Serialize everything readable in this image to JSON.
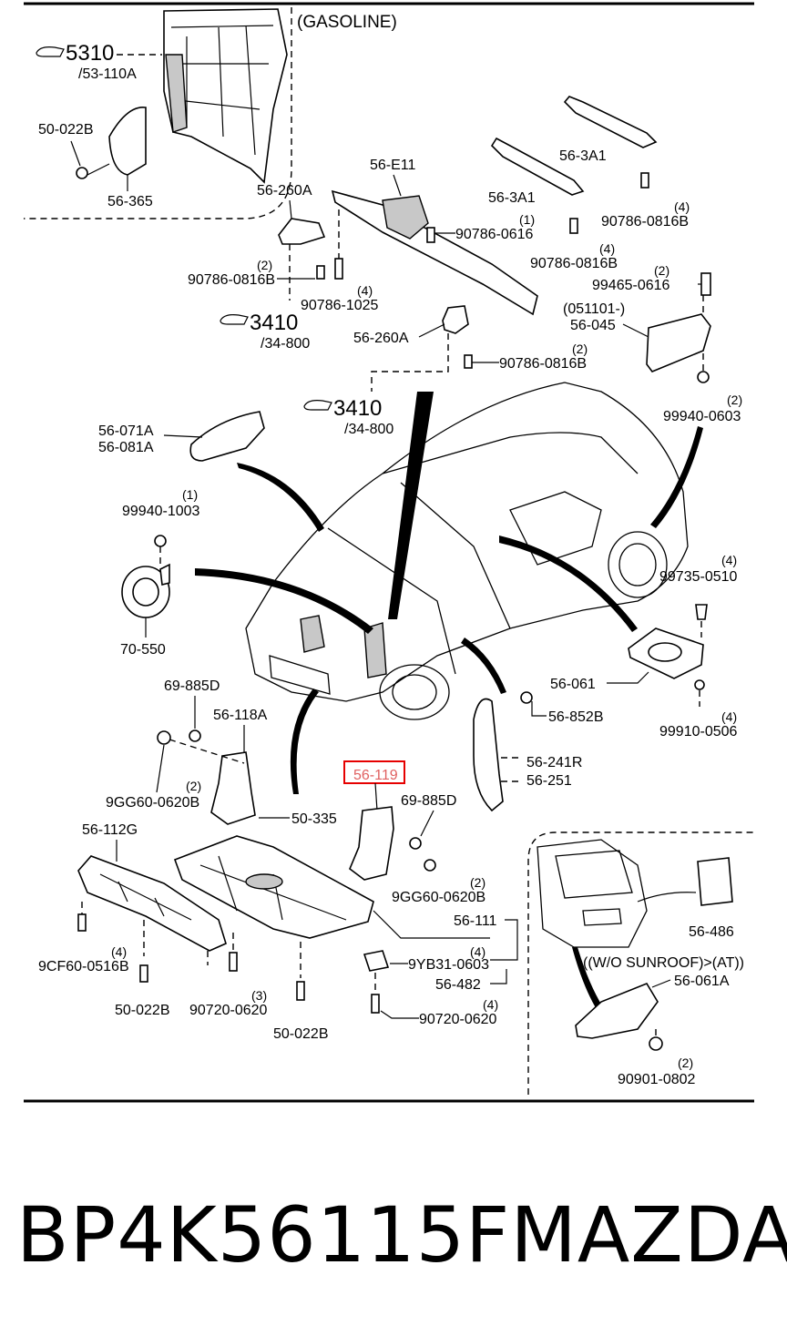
{
  "diagram": {
    "variant": "(GASOLINE)",
    "ref_5310": "5310",
    "ref_5310_sub": "/53-110A",
    "ref_3410": "3410",
    "ref_3410_sub": "/34-800",
    "inset_title": "((W/O SUNROOF)>(AT))",
    "highlight_color": "#e60000",
    "labels": {
      "p50_022B_top": "50-022B",
      "p56_365": "56-365",
      "p56_E11": "56-E11",
      "p56_260A_a": "56-260A",
      "p56_3A1_a": "56-3A1",
      "p56_3A1_b": "56-3A1",
      "p90786_0816B_a": "90786-0816B",
      "q4_a": "(4)",
      "p90786_0616": "90786-0616",
      "q1_a": "(1)",
      "p90786_0816B_b": "90786-0816B",
      "q4_b": "(4)",
      "p90786_0816B_c": "90786-0816B",
      "q2_a": "(2)",
      "p90786_1025": "90786-1025",
      "q4_c": "(4)",
      "p99465_0616": "99465-0616",
      "q2_b": "(2)",
      "date_code": "(051101-)",
      "p56_045": "56-045",
      "p56_260A_b": "56-260A",
      "p90786_0816B_d": "90786-0816B",
      "q2_c": "(2)",
      "p99940_0603": "99940-0603",
      "q2_d": "(2)",
      "p56_071A": "56-071A",
      "p56_081A": "56-081A",
      "p99940_1003": "99940-1003",
      "q1_b": "(1)",
      "p70_550": "70-550",
      "p99735_0510": "99735-0510",
      "q4_d": "(4)",
      "p56_061": "56-061",
      "p56_852B": "56-852B",
      "p99910_0506": "99910-0506",
      "q4_e": "(4)",
      "p69_885D_a": "69-885D",
      "p56_118A": "56-118A",
      "p9GG60_0620B_a": "9GG60-0620B",
      "q2_e": "(2)",
      "p50_335": "50-335",
      "p56_119": "56-119",
      "p69_885D_b": "69-885D",
      "p56_241R": "56-241R",
      "p56_251": "56-251",
      "p56_112G": "56-112G",
      "p9GG60_0620B_b": "9GG60-0620B",
      "q2_f": "(2)",
      "p56_111": "56-111",
      "p9YB31_0603": "9YB31-0603",
      "q4_f": "(4)",
      "p56_482": "56-482",
      "p9CF60_0516B": "9CF60-0516B",
      "q4_g": "(4)",
      "p50_022B_a": "50-022B",
      "p90720_0620_a": "90720-0620",
      "q3": "(3)",
      "p50_022B_b": "50-022B",
      "p90720_0620_b": "90720-0620",
      "q4_h": "(4)",
      "p56_486": "56-486",
      "p56_061A": "56-061A",
      "p90901_0802": "90901-0802",
      "q2_g": "(2)"
    }
  },
  "footer": {
    "part_number": "BP4K56115F",
    "brand": "MAZDA"
  }
}
